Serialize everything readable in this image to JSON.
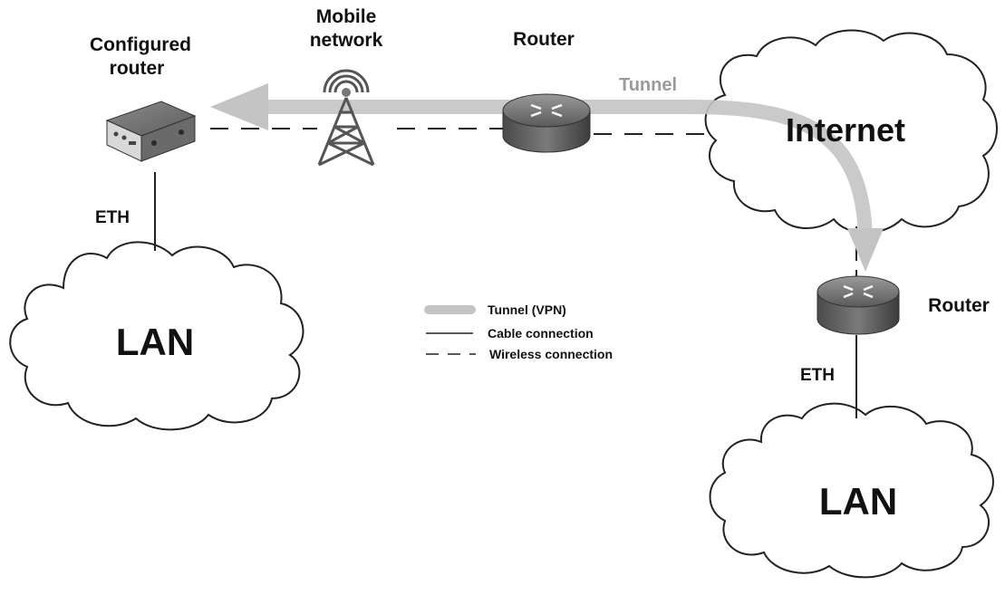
{
  "nodes": {
    "configured_router": {
      "label_line1": "Configured",
      "label_line2": "router"
    },
    "mobile_network": {
      "label_line1": "Mobile",
      "label_line2": "network"
    },
    "router_top": {
      "label": "Router"
    },
    "router_right": {
      "label": "Router"
    },
    "internet": {
      "label": "Internet"
    },
    "lan_left": {
      "label": "LAN"
    },
    "lan_right": {
      "label": "LAN"
    }
  },
  "links": {
    "eth_left": "ETH",
    "eth_right": "ETH",
    "tunnel": "Tunnel"
  },
  "legend": {
    "tunnel": "Tunnel (VPN)",
    "cable": "Cable connection",
    "wireless": "Wireless connection"
  },
  "colors": {
    "tunnel": "#c4c4c4",
    "line": "#222222",
    "router_body": "#555555"
  }
}
